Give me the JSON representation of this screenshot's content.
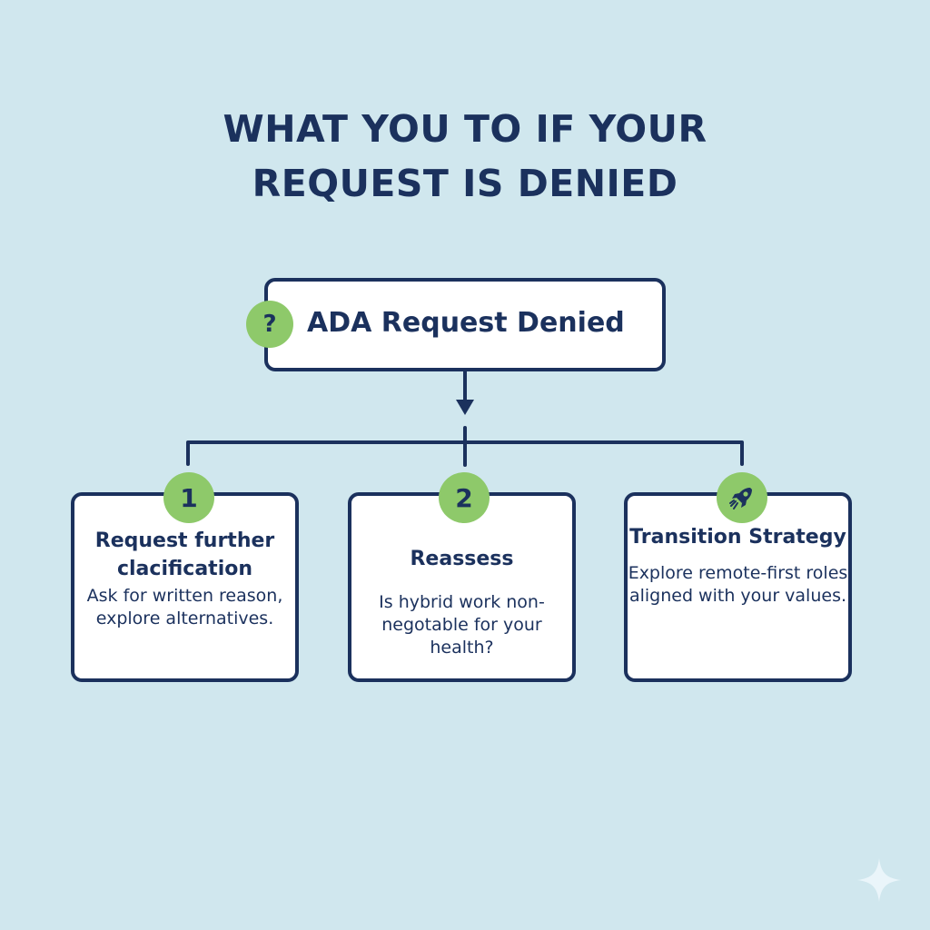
{
  "title": {
    "line1": "WHAT YOU TO IF YOUR",
    "line2": "REQUEST IS DENIED"
  },
  "root": {
    "icon": "question-mark-icon",
    "badge_text": "?",
    "label": "ADA Request Denied"
  },
  "options": [
    {
      "badge_text": "1",
      "title": "Request further clacification",
      "description": "Ask for written reason, explore alternatives."
    },
    {
      "badge_text": "2",
      "title": "Reassess",
      "description": "Is hybrid work non-negotable for your health?"
    },
    {
      "icon": "rocket-icon",
      "title": "Transition Strategy",
      "description": "Explore remote-first roles aligned with your values."
    }
  ],
  "colors": {
    "background": "#d0e7ee",
    "navy": "#1b315d",
    "green": "#8ec96a",
    "card": "#ffffff"
  },
  "watermark_icon": "sparkle-icon"
}
